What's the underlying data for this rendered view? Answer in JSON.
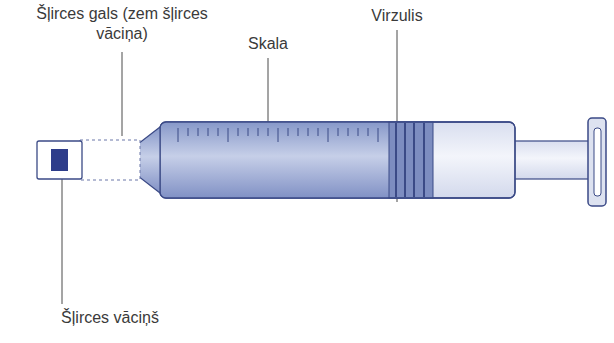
{
  "diagram": {
    "labels": [
      "Šļirces gals (zem šļirces vāciņa)",
      "Virzulis",
      "Skala",
      "Šļirces vāciņš"
    ]
  }
}
